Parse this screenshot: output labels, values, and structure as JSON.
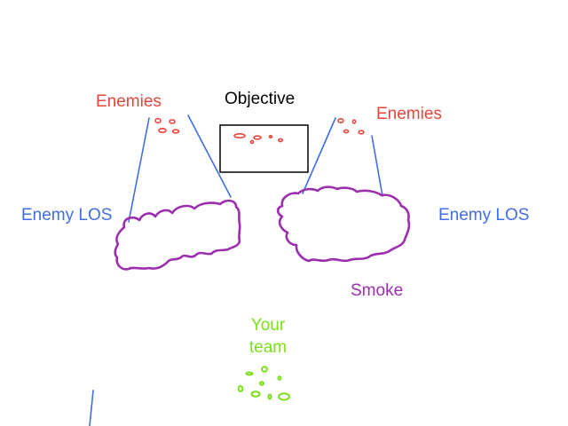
{
  "labels": {
    "enemies_left": "Enemies",
    "enemies_right": "Enemies",
    "objective": "Objective",
    "enemy_los_left": "Enemy LOS",
    "enemy_los_right": "Enemy LOS",
    "smoke": "Smoke",
    "your_team_line1": "Your",
    "your_team_line2": "team"
  },
  "colors": {
    "enemies": "#e8463a",
    "objective": "#000000",
    "los": "#3f6ee6",
    "smoke": "#9b2fae",
    "team": "#7be01a"
  }
}
